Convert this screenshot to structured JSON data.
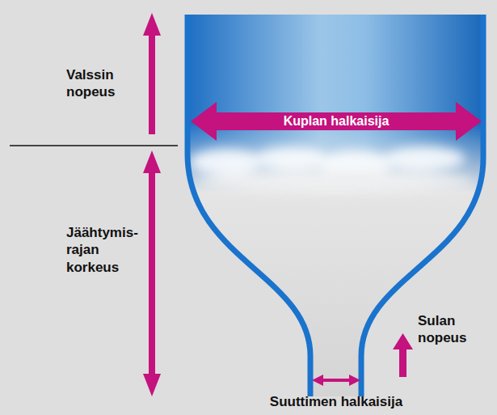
{
  "diagram": {
    "labels": [
      "Valssin nopeus",
      "Kuplan halkaisija",
      "Jäähtymis- rajan korkeus",
      "Sulan nopeus",
      "Suuttimen halkaisija"
    ]
  }
}
